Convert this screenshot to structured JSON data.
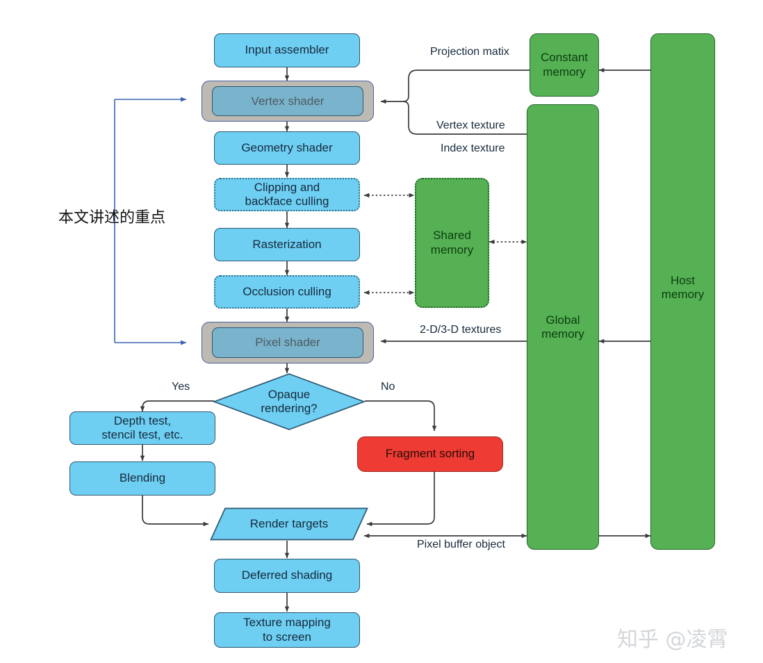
{
  "diagram": {
    "title": "GPU rendering pipeline and memory model",
    "colors": {
      "pipeline_blue": "#6ecff3",
      "pipeline_blue_border": "#2d5770",
      "memory_green": "#55b153",
      "memory_green_border": "#25632a",
      "highlight_red": "#ee3b33",
      "shader_frame_grey": "#bdb9b3",
      "shader_inner_blue": "#79b3cc",
      "annotation_blue": "#3a62b0",
      "edge_grey": "#4a4a4a",
      "background": "#ffffff"
    },
    "pipeline_nodes": [
      {
        "id": "input_assembler",
        "label": "Input assembler",
        "shape": "rounded-rect",
        "style": "blue",
        "border": "solid"
      },
      {
        "id": "vertex_shader",
        "label": "Vertex shader",
        "shape": "framed-rect",
        "style": "shader",
        "border": "solid"
      },
      {
        "id": "geometry_shader",
        "label": "Geometry shader",
        "shape": "rounded-rect",
        "style": "blue",
        "border": "solid"
      },
      {
        "id": "clipping",
        "label": "Clipping and\nbackface culling",
        "shape": "rounded-rect",
        "style": "blue",
        "border": "dotted"
      },
      {
        "id": "rasterization",
        "label": "Rasterization",
        "shape": "rounded-rect",
        "style": "blue",
        "border": "solid"
      },
      {
        "id": "occlusion",
        "label": "Occlusion culling",
        "shape": "rounded-rect",
        "style": "blue",
        "border": "dotted"
      },
      {
        "id": "pixel_shader",
        "label": "Pixel shader",
        "shape": "framed-rect",
        "style": "shader",
        "border": "solid"
      },
      {
        "id": "opaque",
        "label": "Opaque\nrendering?",
        "shape": "diamond",
        "style": "blue",
        "border": "solid"
      },
      {
        "id": "depth_test",
        "label": "Depth test,\nstencil test, etc.",
        "shape": "rounded-rect",
        "style": "blue",
        "border": "solid"
      },
      {
        "id": "blending",
        "label": "Blending",
        "shape": "rounded-rect",
        "style": "blue",
        "border": "solid"
      },
      {
        "id": "fragment_sorting",
        "label": "Fragment sorting",
        "shape": "rounded-rect",
        "style": "red",
        "border": "solid"
      },
      {
        "id": "render_targets",
        "label": "Render targets",
        "shape": "parallelogram",
        "style": "blue",
        "border": "solid"
      },
      {
        "id": "deferred_shading",
        "label": "Deferred shading",
        "shape": "rounded-rect",
        "style": "blue",
        "border": "solid"
      },
      {
        "id": "texture_mapping",
        "label": "Texture mapping\nto screen",
        "shape": "rounded-rect",
        "style": "blue",
        "border": "solid"
      }
    ],
    "memory_nodes": [
      {
        "id": "constant_memory",
        "label": "Constant\nmemory",
        "style": "green",
        "border": "solid"
      },
      {
        "id": "shared_memory",
        "label": "Shared\nmemory",
        "style": "green",
        "border": "dotted"
      },
      {
        "id": "global_memory",
        "label": "Global\nmemory",
        "style": "green",
        "border": "solid"
      },
      {
        "id": "host_memory",
        "label": "Host\nmemory",
        "style": "green",
        "border": "solid"
      }
    ],
    "node_text": {
      "input_assembler": "Input assembler",
      "vertex_shader": "Vertex shader",
      "geometry_shader": "Geometry shader",
      "clipping_l1": "Clipping and",
      "clipping_l2": "backface culling",
      "rasterization": "Rasterization",
      "occlusion": "Occlusion culling",
      "pixel_shader": "Pixel shader",
      "opaque_l1": "Opaque",
      "opaque_l2": "rendering?",
      "depth_test_l1": "Depth test,",
      "depth_test_l2": "stencil test, etc.",
      "blending": "Blending",
      "fragment_sorting": "Fragment sorting",
      "render_targets": "Render targets",
      "deferred_shading": "Deferred shading",
      "texture_mapping_l1": "Texture mapping",
      "texture_mapping_l2": "to screen",
      "constant_memory_l1": "Constant",
      "constant_memory_l2": "memory",
      "shared_memory_l1": "Shared",
      "shared_memory_l2": "memory",
      "global_memory_l1": "Global",
      "global_memory_l2": "memory",
      "host_memory_l1": "Host",
      "host_memory_l2": "memory"
    },
    "edge_labels": {
      "projection_matrix": "Projection matix",
      "vertex_texture": "Vertex texture",
      "index_texture": "Index texture",
      "textures_2d3d": "2-D/3-D textures",
      "pixel_buffer_object": "Pixel buffer object",
      "branch_yes": "Yes",
      "branch_no": "No"
    },
    "annotation": {
      "text": "本文讲述的重点",
      "targets": [
        "vertex_shader",
        "pixel_shader"
      ],
      "color": "#3a62b0"
    },
    "watermark": {
      "text": "知乎 @凌霄"
    },
    "edges": [
      {
        "from": "input_assembler",
        "to": "vertex_shader",
        "kind": "solid",
        "arrow": "single"
      },
      {
        "from": "vertex_shader",
        "to": "geometry_shader",
        "kind": "solid",
        "arrow": "single"
      },
      {
        "from": "geometry_shader",
        "to": "clipping",
        "kind": "solid",
        "arrow": "single"
      },
      {
        "from": "clipping",
        "to": "rasterization",
        "kind": "solid",
        "arrow": "single"
      },
      {
        "from": "rasterization",
        "to": "occlusion",
        "kind": "solid",
        "arrow": "single"
      },
      {
        "from": "occlusion",
        "to": "pixel_shader",
        "kind": "solid",
        "arrow": "single"
      },
      {
        "from": "pixel_shader",
        "to": "opaque",
        "kind": "solid",
        "arrow": "single"
      },
      {
        "from": "opaque",
        "to": "depth_test",
        "kind": "solid",
        "arrow": "single",
        "label": "Yes"
      },
      {
        "from": "opaque",
        "to": "fragment_sorting",
        "kind": "solid",
        "arrow": "single",
        "label": "No"
      },
      {
        "from": "depth_test",
        "to": "blending",
        "kind": "solid",
        "arrow": "single"
      },
      {
        "from": "blending",
        "to": "render_targets",
        "kind": "solid",
        "arrow": "single"
      },
      {
        "from": "fragment_sorting",
        "to": "render_targets",
        "kind": "solid",
        "arrow": "single"
      },
      {
        "from": "render_targets",
        "to": "deferred_shading",
        "kind": "solid",
        "arrow": "single"
      },
      {
        "from": "deferred_shading",
        "to": "texture_mapping",
        "kind": "solid",
        "arrow": "single"
      },
      {
        "from": "constant_memory",
        "to": "vertex_shader",
        "kind": "solid",
        "arrow": "single",
        "label": "Projection matix"
      },
      {
        "from": "global_memory",
        "to": "vertex_shader",
        "kind": "solid",
        "arrow": "single",
        "label": "Vertex texture / Index texture"
      },
      {
        "from": "global_memory",
        "to": "pixel_shader",
        "kind": "solid",
        "arrow": "single",
        "label": "2-D/3-D textures"
      },
      {
        "from": "clipping",
        "to": "shared_memory",
        "kind": "dotted",
        "arrow": "double"
      },
      {
        "from": "occlusion",
        "to": "shared_memory",
        "kind": "dotted",
        "arrow": "double"
      },
      {
        "from": "shared_memory",
        "to": "global_memory",
        "kind": "dotted",
        "arrow": "double"
      },
      {
        "from": "host_memory",
        "to": "constant_memory",
        "kind": "solid",
        "arrow": "single"
      },
      {
        "from": "host_memory",
        "to": "global_memory",
        "kind": "solid",
        "arrow": "single"
      },
      {
        "from": "global_memory",
        "to": "host_memory",
        "kind": "solid",
        "arrow": "single"
      },
      {
        "from": "global_memory",
        "to": "render_targets",
        "kind": "solid",
        "arrow": "double",
        "label": "Pixel buffer object"
      }
    ]
  }
}
